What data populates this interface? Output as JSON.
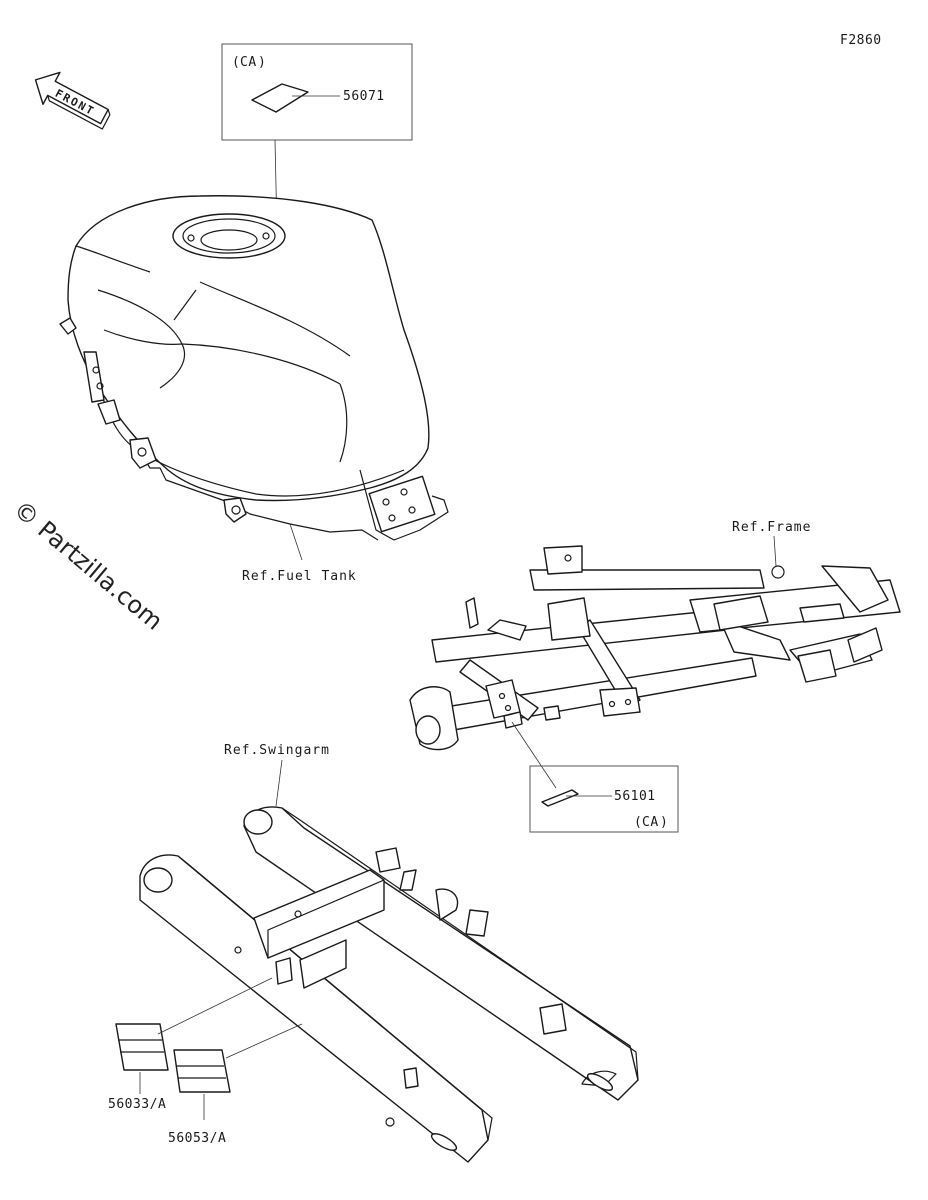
{
  "diagram": {
    "code": "F2860",
    "front_arrow": "FRONT",
    "watermark": "© Partzilla.com"
  },
  "callouts": {
    "fuel_tank_label": {
      "code": "CA",
      "part_number": "56071"
    },
    "frame_label": {
      "code": "CA",
      "part_number": "56101"
    },
    "swingarm_label_1": {
      "part_number": "56033/A"
    },
    "swingarm_label_2": {
      "part_number": "56053/A"
    }
  },
  "references": {
    "fuel_tank": "Ref.Fuel Tank",
    "frame": "Ref.Frame",
    "swingarm": "Ref.Swingarm"
  }
}
